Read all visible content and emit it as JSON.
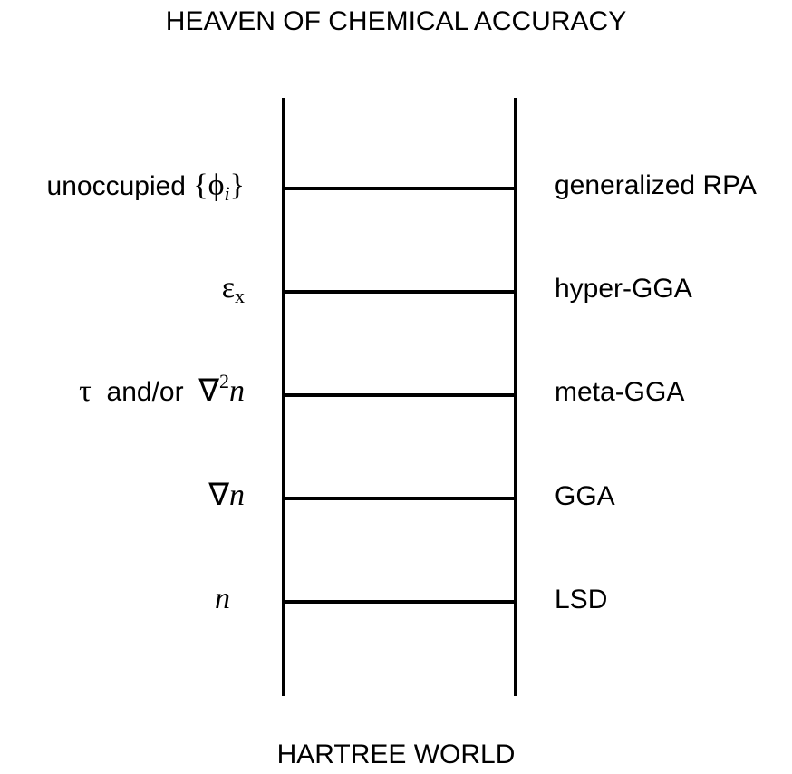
{
  "diagram": {
    "top_label": "HEAVEN OF CHEMICAL ACCURACY",
    "bottom_label": "HARTREE WORLD",
    "rungs": [
      {
        "ingredient": {
          "prefix": "unoccupied ",
          "open": "{",
          "symbol": "ϕ",
          "sub": "i",
          "close": "}"
        },
        "approximation": "generalized RPA"
      },
      {
        "ingredient": {
          "symbol": "ε",
          "sub": "x"
        },
        "approximation": "hyper-GGA"
      },
      {
        "ingredient": {
          "tau": "τ",
          "connector": "  and/or  ",
          "nabla": "∇",
          "sup": "2",
          "var": "n"
        },
        "approximation": "meta-GGA"
      },
      {
        "ingredient": {
          "nabla": "∇",
          "var": "n"
        },
        "approximation": "GGA"
      },
      {
        "ingredient": {
          "var": "n"
        },
        "approximation": "LSD"
      }
    ]
  }
}
